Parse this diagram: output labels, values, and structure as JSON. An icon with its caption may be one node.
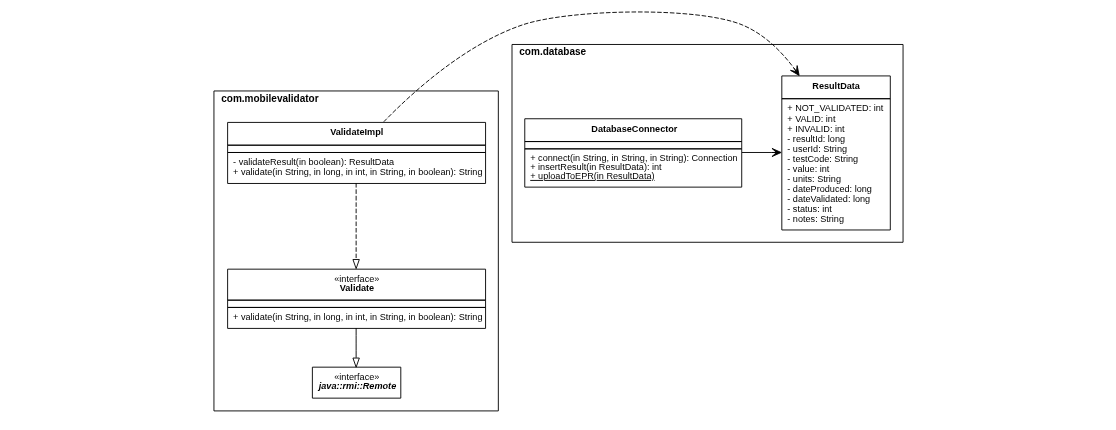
{
  "diagram": {
    "nodes": [
      {
        "text": [
          "com.mobilevalidator"
        ]
      },
      {
        "text": [
          "«interface»",
          "java::rmi::Remote"
        ],
        "in": 0
      },
      {
        "text": [
          "«interface»",
          "Validate",
          "+ validate(in String, in long, in int, in String, in boolean): String"
        ],
        "in": 0
      },
      {
        "text": [
          "ValidateImpl",
          "- validateResult(in boolean): ResultData",
          "+ validate(in String, in long, in int, in String, in boolean): String"
        ],
        "in": 0
      },
      {
        "text": [
          "com.database"
        ]
      },
      {
        "text": [
          "ResultData",
          "+ NOT_VALIDATED: int",
          "+ VALID: int",
          "+ INVALID: int",
          "- resultId: long",
          "- userId: String",
          "- testCode: String",
          "- value: int",
          "- units: String",
          "- dateProduced: long",
          "- dateValidated: long",
          "- status: int",
          "- notes: String"
        ],
        "in": 4
      },
      {
        "text": [
          "DatabaseConnector",
          "+ connect(in String, in String, in String): Connection",
          "+ insertResult(in ResultData): int",
          "+ uploadToEPR(in ResultData)"
        ],
        "in": 4
      }
    ],
    "edges": [
      {
        "from": 2,
        "to": 1,
        "arrow": "to"
      },
      {
        "from": 3,
        "to": 2,
        "arrow": "to",
        "style": "dashed"
      },
      {
        "from": 3,
        "to": 5,
        "arrow": "to",
        "style": "dashed"
      },
      {
        "from": 6,
        "to": 5,
        "arrow": "to"
      }
    ]
  }
}
